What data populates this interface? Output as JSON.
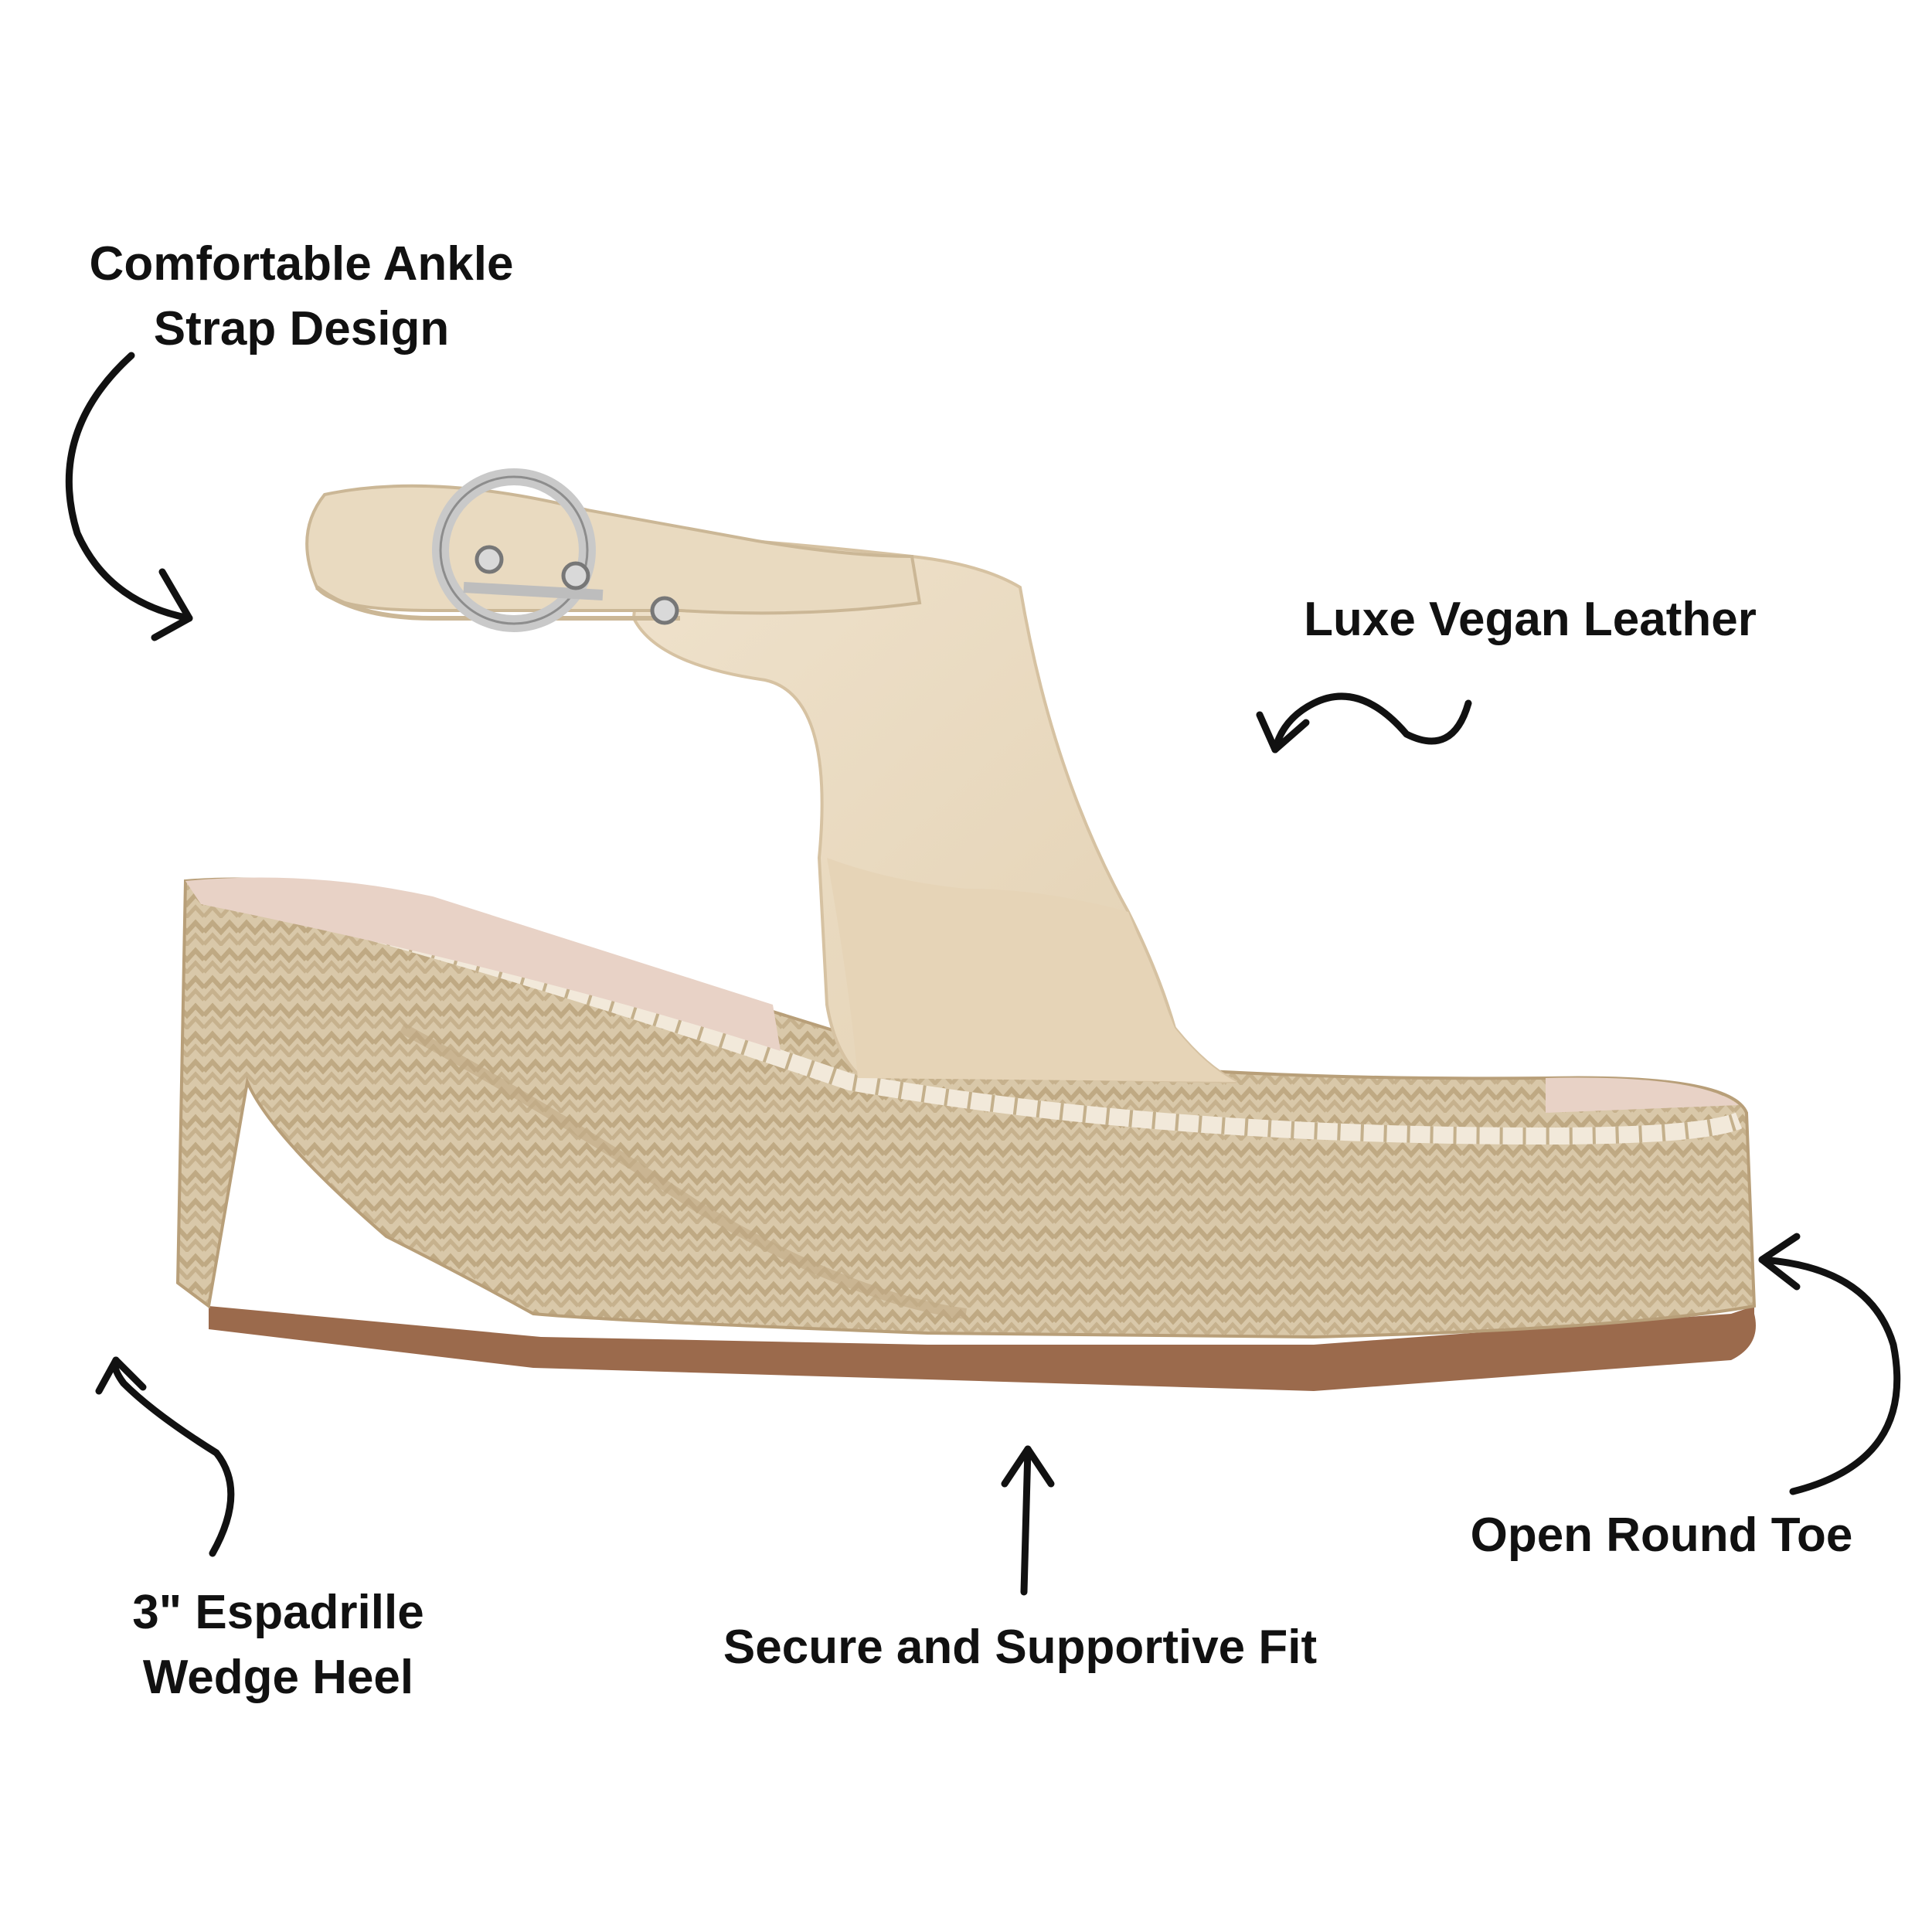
{
  "callouts": {
    "ankle_strap": {
      "line1": "Comfortable Ankle",
      "line2": "Strap Design"
    },
    "vegan_leather": {
      "line1": "Luxe Vegan Leather"
    },
    "open_toe": {
      "line1": "Open Round Toe"
    },
    "wedge_heel": {
      "line1": "3\" Espadrille",
      "line2": "Wedge Heel"
    },
    "supportive_fit": {
      "line1": "Secure and Supportive Fit"
    }
  },
  "colors": {
    "leather": "#ebdcc4",
    "jute": "#d6c4a5",
    "sole": "#9b6a4c",
    "buckle": "#c9c9c9",
    "text": "#111111"
  }
}
